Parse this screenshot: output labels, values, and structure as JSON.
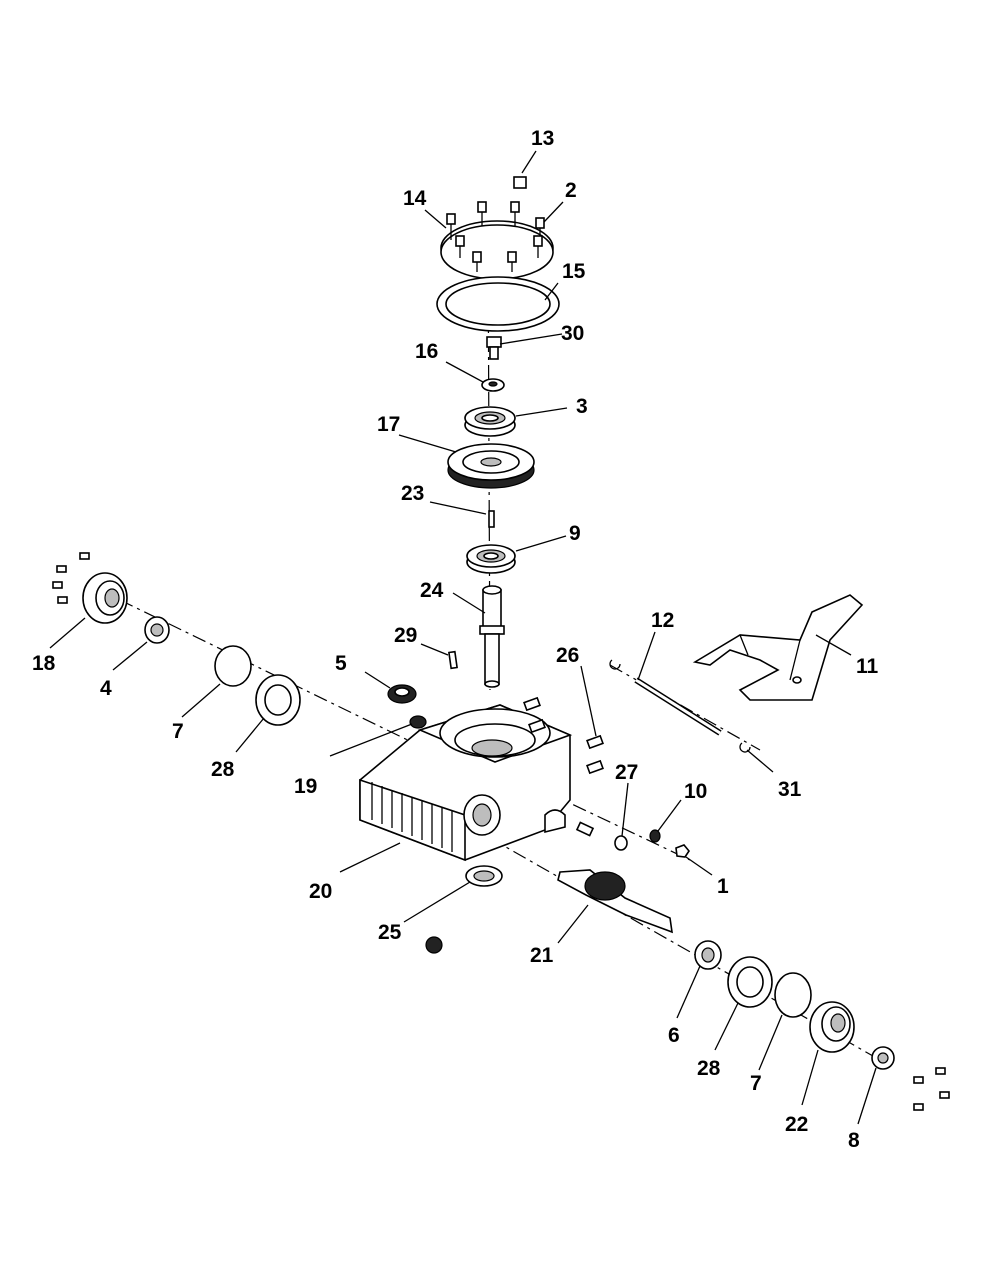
{
  "callouts": {
    "c1": "1",
    "c2": "2",
    "c3": "3",
    "c4": "4",
    "c5": "5",
    "c6": "6",
    "c7a": "7",
    "c7b": "7",
    "c8": "8",
    "c9": "9",
    "c10": "10",
    "c11": "11",
    "c12": "12",
    "c13": "13",
    "c14": "14",
    "c15": "15",
    "c16": "16",
    "c17": "17",
    "c18": "18",
    "c19": "19",
    "c20": "20",
    "c21": "21",
    "c22": "22",
    "c23": "23",
    "c24": "24",
    "c25": "25",
    "c26": "26",
    "c27": "27",
    "c28a": "28",
    "c28b": "28",
    "c29": "29",
    "c30": "30",
    "c31": "31"
  }
}
